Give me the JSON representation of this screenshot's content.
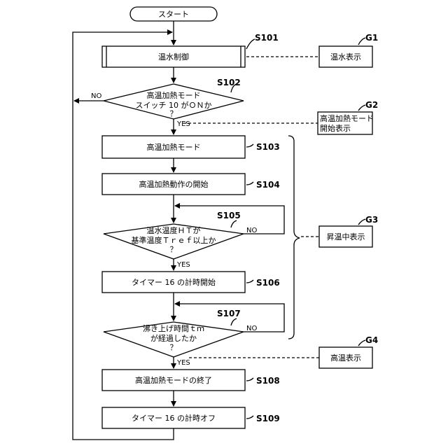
{
  "start": "スタート",
  "steps": {
    "s101": {
      "label": "温水制御",
      "id": "S101"
    },
    "s102": {
      "line1": "高温加熱モード",
      "line2": "スイッチ 10 がＯＮか",
      "line3": "？",
      "id": "S102",
      "no": "NO",
      "yes": "YES"
    },
    "s103": {
      "label": "高温加熱モード",
      "id": "S103"
    },
    "s104": {
      "label": "高温加熱動作の開始",
      "id": "S104"
    },
    "s105": {
      "line1": "温水温度ＨＴが",
      "line2": "基準温度Ｔｒｅｆ以上か",
      "line3": "？",
      "id": "S105",
      "no": "NO",
      "yes": "YES"
    },
    "s106": {
      "label": "タイマー 16 の計時開始",
      "id": "S106"
    },
    "s107": {
      "line1": "沸き上げ時間ｔｍ",
      "line2": "が経過したか",
      "line3": "？",
      "id": "S107",
      "no": "NO",
      "yes": "YES"
    },
    "s108": {
      "label": "高温加熱モードの終了",
      "id": "S108"
    },
    "s109": {
      "label": "タイマー 16 の計時オフ",
      "id": "S109"
    }
  },
  "displays": {
    "g1": {
      "label": "温水表示",
      "id": "G1"
    },
    "g2": {
      "line1": "高温加熱モード",
      "line2": "開始表示",
      "id": "G2"
    },
    "g3": {
      "label": "昇温中表示",
      "id": "G3"
    },
    "g4": {
      "label": "高温表示",
      "id": "G4"
    }
  }
}
